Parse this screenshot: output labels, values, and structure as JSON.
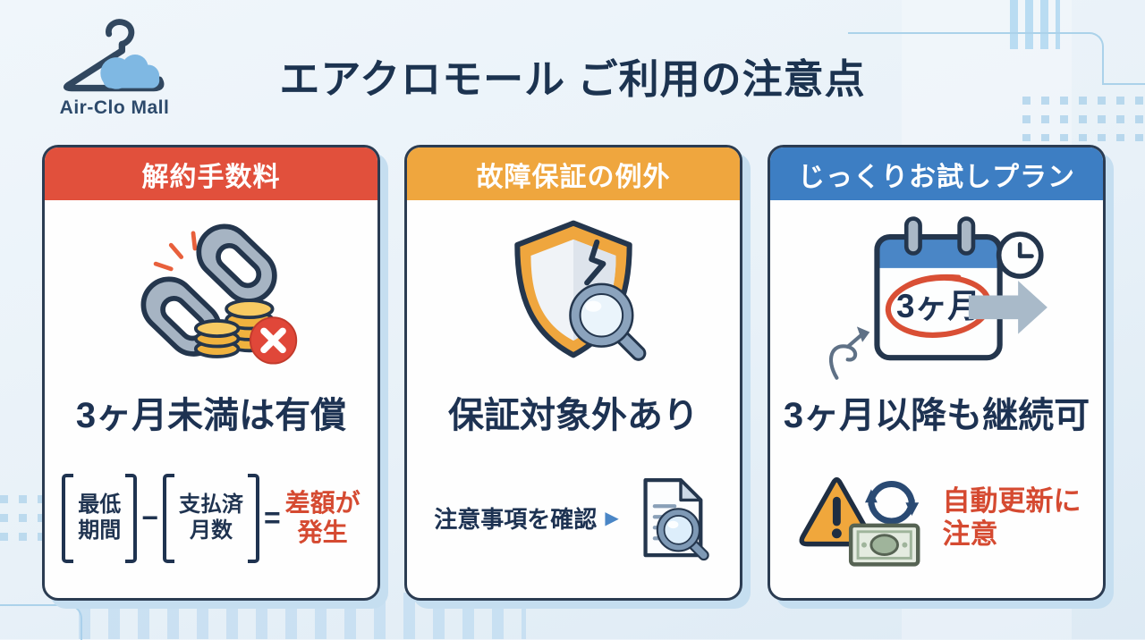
{
  "page": {
    "brand": "Air-Clo Mall",
    "title": "エアクロモール ご利用の注意点"
  },
  "colors": {
    "background": "#e9f1f8",
    "title_navy": "#1c3350",
    "red_accent": "#d54a31",
    "card1_header_bg": "#e1503c",
    "card2_header_bg": "#efa63e",
    "card3_header_bg": "#3d7ec3",
    "card_border": "#2b3c52"
  },
  "icons": [
    "hanger-cloud-logo",
    "broken-chain-coins-icon",
    "cracked-shield-magnifier-icon",
    "calendar-3months-clock-arrow-icon",
    "document-magnifier-icon",
    "warning-refresh-banknote-icon"
  ],
  "cards": [
    {
      "header": "解約手数料",
      "headline": "3ヶ月未満は有償",
      "formula": {
        "term1_line1": "最低",
        "term1_line2": "期間",
        "minus": "−",
        "term2_line1": "支払済",
        "term2_line2": "月数",
        "equals": "=",
        "result_line1": "差額が",
        "result_line2": "発生"
      }
    },
    {
      "header": "故障保証の例外",
      "headline": "保証対象外あり",
      "note": "注意事項を確認",
      "note_arrow": "▶"
    },
    {
      "header": "じっくりお試しプラン",
      "headline": "3ヶ月以降も継続可",
      "calendar_label": "3ヶ月",
      "note_line1": "自動更新に",
      "note_line2": "注意"
    }
  ]
}
